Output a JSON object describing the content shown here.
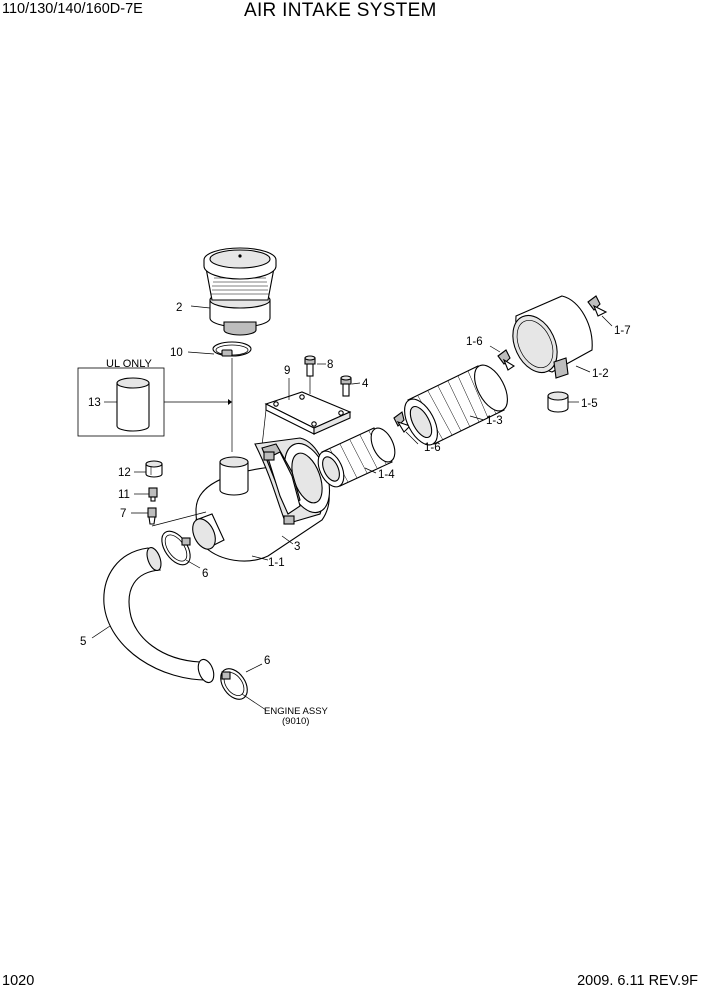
{
  "header": {
    "model": "110/130/140/160D-7E",
    "title": "AIR INTAKE SYSTEM"
  },
  "footer": {
    "page_number": "1020",
    "revision": "2009. 6.11  REV.9F"
  },
  "diagram": {
    "ul_only_box": "UL ONLY",
    "engine_note": "ENGINE ASSY",
    "engine_ref": "(9010)",
    "callouts": {
      "c2": "2",
      "c10": "10",
      "c13": "13",
      "c9": "9",
      "c8": "8",
      "c4": "4",
      "c16a": "1-6",
      "c16b": "1-6",
      "c17": "1-7",
      "c12": "1-2",
      "c15": "1-5",
      "c13b": "1-3",
      "c14": "1-4",
      "c12n": "12",
      "c11": "11",
      "c7": "7",
      "c3": "3",
      "c11b": "1-1",
      "c6a": "6",
      "c6b": "6",
      "c5": "5"
    }
  }
}
